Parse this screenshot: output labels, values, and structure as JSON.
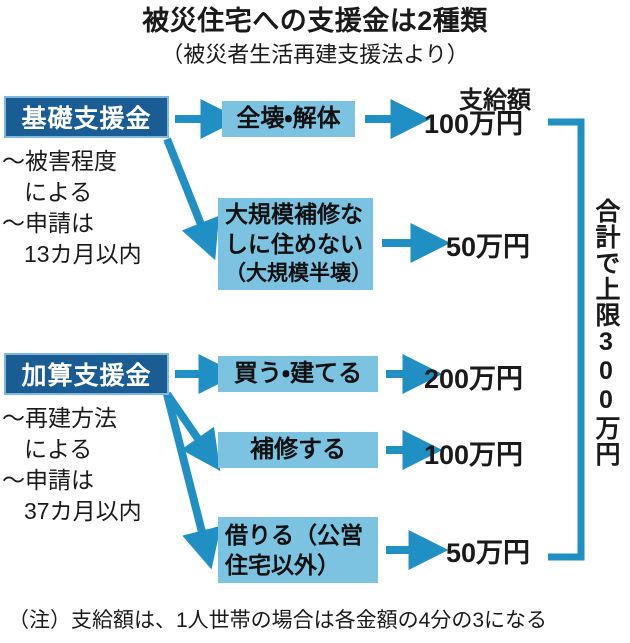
{
  "header": {
    "title": "被災住宅への支援金は2種類",
    "subtitle": "（被災者生活再建支援法より）",
    "amount_column_header": "支給額"
  },
  "colors": {
    "category_box_fill": "#1a5c94",
    "category_box_border": "#7fb8dc",
    "option_box_fill": "#7cc3e2",
    "arrow": "#1f8fc4",
    "bracket": "#1f8fc4",
    "text": "#111111",
    "background": "#ffffff"
  },
  "categories": [
    {
      "id": "basic",
      "label": "基礎支援金",
      "notes": [
        {
          "line1": "〜被害程度",
          "line2": "による"
        },
        {
          "line1": "〜申請は",
          "line2": "13カ月以内"
        }
      ]
    },
    {
      "id": "extra",
      "label": "加算支援金",
      "notes": [
        {
          "line1": "〜再建方法",
          "line2": "による"
        },
        {
          "line1": "〜申請は",
          "line2": "37カ月以内"
        }
      ]
    }
  ],
  "rows": [
    {
      "category": "basic",
      "option_lines": [
        "全壊・解体"
      ],
      "amount": "100万円"
    },
    {
      "category": "basic",
      "option_lines": [
        "大規模補修な",
        "しに住めない"
      ],
      "option_sub": "（大規模半壊）",
      "amount": "50万円"
    },
    {
      "category": "extra",
      "option_lines": [
        "買う・建てる"
      ],
      "amount": "200万円"
    },
    {
      "category": "extra",
      "option_lines": [
        "補修する"
      ],
      "amount": "100万円"
    },
    {
      "category": "extra",
      "option_lines": [
        "借りる（公営",
        "住宅以外）"
      ],
      "amount": "50万円"
    }
  ],
  "total_bracket": {
    "label": "合計で上限300万円"
  },
  "footnote": "（注）支給額は、1人世帯の場合は各金額の4分の3になる"
}
